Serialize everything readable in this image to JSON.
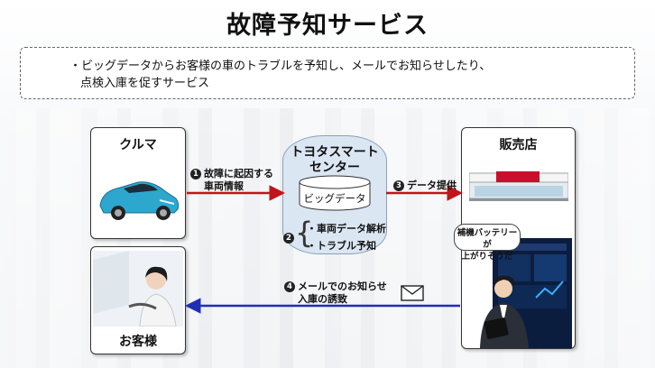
{
  "title": "故障予知サービス",
  "summary": {
    "line1": "・ビッグデータからお客様の車のトラブルを予知し、メールでお知らせしたり、",
    "line2": "点検入庫を促すサービス"
  },
  "car_panel": {
    "label": "クルマ"
  },
  "customer_panel": {
    "label": "お客様"
  },
  "dealer_panel": {
    "label": "販売店",
    "speech_line1": "補機バッテリーが",
    "speech_line2": "上がりそうだ"
  },
  "center": {
    "title_line1": "トヨタスマート",
    "title_line2": "センター",
    "database": "ビッグデータ"
  },
  "steps": {
    "step1": {
      "num": "1",
      "line1": "故障に起因する",
      "line2": "車両情報"
    },
    "step2": {
      "num": "2",
      "item1": "・車両データ解析",
      "item2": "・トラブル予知"
    },
    "step3": {
      "num": "3",
      "text": "データ提供"
    },
    "step4": {
      "num": "4",
      "line1": "メールでのお知らせ",
      "line2": "入庫の誘致"
    }
  },
  "colors": {
    "red_arrow": "#c0151b",
    "blue_arrow": "#1f2fb8",
    "cloud_fill": "#dbe6f3"
  },
  "icons": [
    "car-icon",
    "customer-icon",
    "dealership-icon",
    "staff-tablet-icon",
    "database-icon",
    "mail-envelope-icon"
  ]
}
